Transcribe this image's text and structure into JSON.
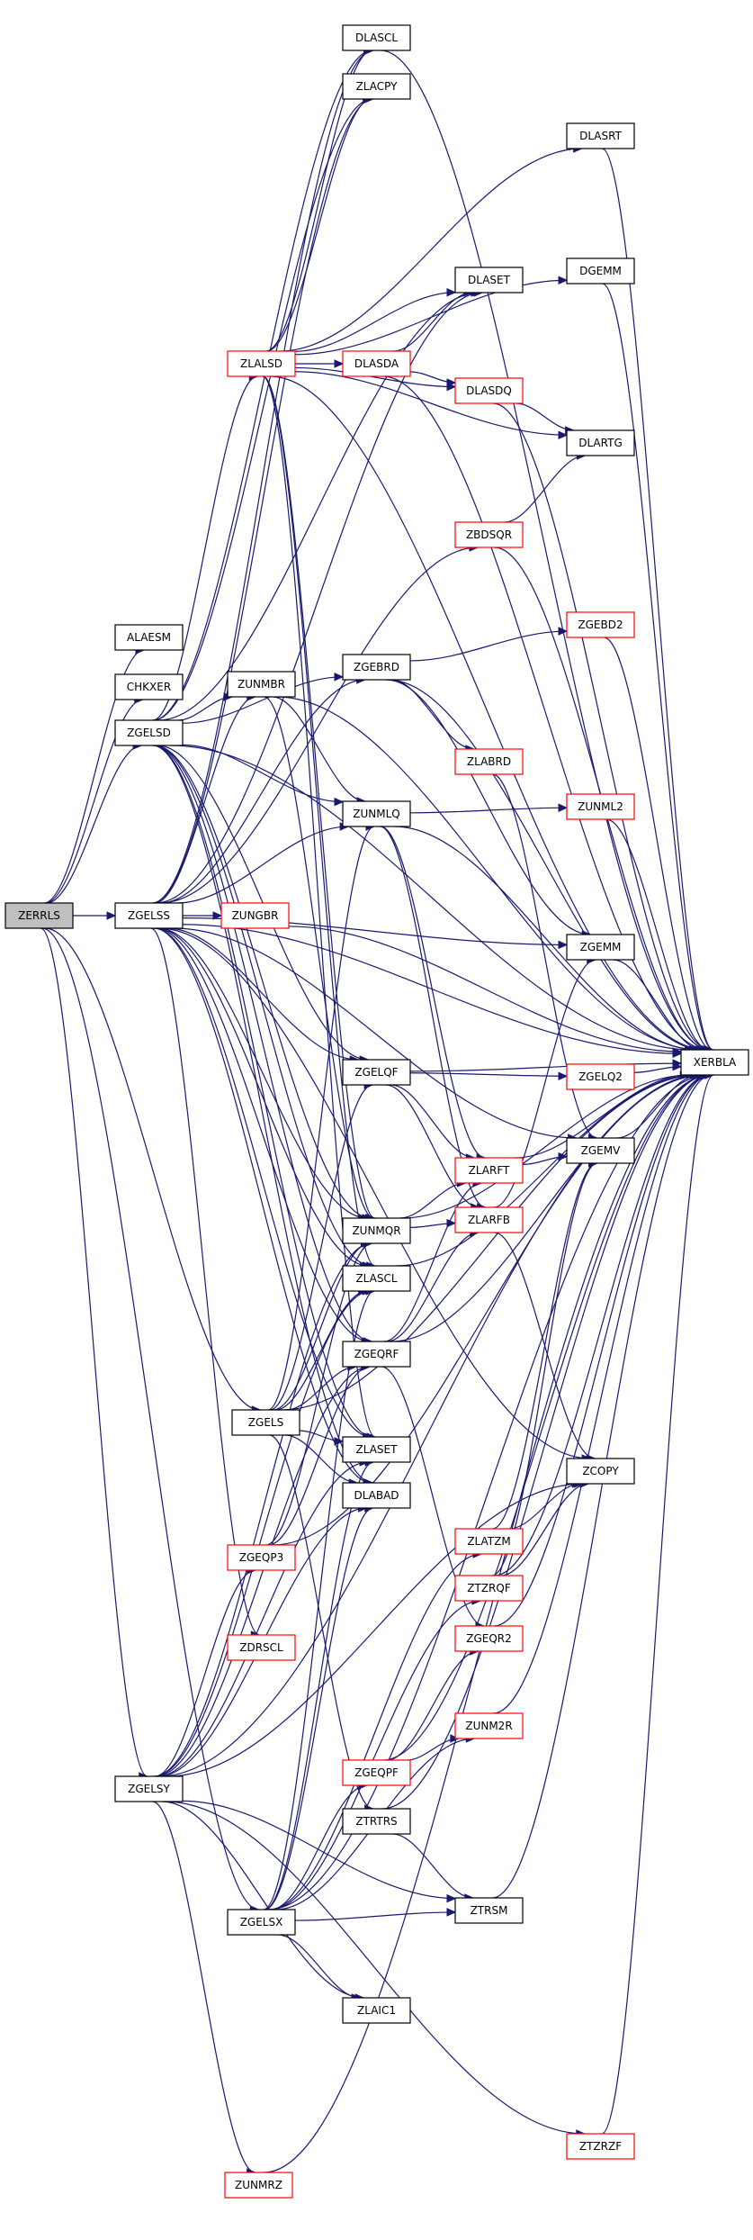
{
  "graph": {
    "nodes": [
      {
        "id": "ZERRLS",
        "label": "ZERRLS",
        "style": "root",
        "interactable": true
      },
      {
        "id": "ALAESM",
        "label": "ALAESM",
        "style": "std",
        "interactable": true
      },
      {
        "id": "CHKXER",
        "label": "CHKXER",
        "style": "std",
        "interactable": true
      },
      {
        "id": "ZGELSD",
        "label": "ZGELSD",
        "style": "std",
        "interactable": true
      },
      {
        "id": "ZGELSS",
        "label": "ZGELSS",
        "style": "std",
        "interactable": true
      },
      {
        "id": "ZGELS",
        "label": "ZGELS",
        "style": "std",
        "interactable": true
      },
      {
        "id": "ZGELSY",
        "label": "ZGELSY",
        "style": "std",
        "interactable": true
      },
      {
        "id": "ZLALSD",
        "label": "ZLALSD",
        "style": "red",
        "interactable": true
      },
      {
        "id": "ZUNMBR",
        "label": "ZUNMBR",
        "style": "std",
        "interactable": true
      },
      {
        "id": "ZUNGBR",
        "label": "ZUNGBR",
        "style": "red",
        "interactable": true
      },
      {
        "id": "ZGEQP3",
        "label": "ZGEQP3",
        "style": "red",
        "interactable": true
      },
      {
        "id": "ZDRSCL",
        "label": "ZDRSCL",
        "style": "red",
        "interactable": true
      },
      {
        "id": "ZGELSX",
        "label": "ZGELSX",
        "style": "std",
        "interactable": true
      },
      {
        "id": "ZUNMRZ",
        "label": "ZUNMRZ",
        "style": "red",
        "interactable": true
      },
      {
        "id": "DLASCL",
        "label": "DLASCL",
        "style": "std",
        "interactable": true
      },
      {
        "id": "ZLACPY",
        "label": "ZLACPY",
        "style": "std",
        "interactable": true
      },
      {
        "id": "DLASDA",
        "label": "DLASDA",
        "style": "red",
        "interactable": true
      },
      {
        "id": "ZGEBRD",
        "label": "ZGEBRD",
        "style": "std",
        "interactable": true
      },
      {
        "id": "ZUNMLQ",
        "label": "ZUNMLQ",
        "style": "std",
        "interactable": true
      },
      {
        "id": "ZGELQF",
        "label": "ZGELQF",
        "style": "std",
        "interactable": true
      },
      {
        "id": "ZUNMQR",
        "label": "ZUNMQR",
        "style": "std",
        "interactable": true
      },
      {
        "id": "ZLASCL",
        "label": "ZLASCL",
        "style": "std",
        "interactable": true
      },
      {
        "id": "ZGEQRF",
        "label": "ZGEQRF",
        "style": "std",
        "interactable": true
      },
      {
        "id": "ZLASET",
        "label": "ZLASET",
        "style": "std",
        "interactable": true
      },
      {
        "id": "DLABAD",
        "label": "DLABAD",
        "style": "std",
        "interactable": true
      },
      {
        "id": "ZGEQPF",
        "label": "ZGEQPF",
        "style": "red",
        "interactable": true
      },
      {
        "id": "ZTRTRS",
        "label": "ZTRTRS",
        "style": "std",
        "interactable": true
      },
      {
        "id": "ZLAIC1",
        "label": "ZLAIC1",
        "style": "std",
        "interactable": true
      },
      {
        "id": "DLASET",
        "label": "DLASET",
        "style": "std",
        "interactable": true
      },
      {
        "id": "DLASDQ",
        "label": "DLASDQ",
        "style": "red",
        "interactable": true
      },
      {
        "id": "ZBDSQR",
        "label": "ZBDSQR",
        "style": "red",
        "interactable": true
      },
      {
        "id": "ZLABRD",
        "label": "ZLABRD",
        "style": "red",
        "interactable": true
      },
      {
        "id": "ZLARFT",
        "label": "ZLARFT",
        "style": "red",
        "interactable": true
      },
      {
        "id": "ZLARFB",
        "label": "ZLARFB",
        "style": "red",
        "interactable": true
      },
      {
        "id": "ZLATZM",
        "label": "ZLATZM",
        "style": "red",
        "interactable": true
      },
      {
        "id": "ZTZRQF",
        "label": "ZTZRQF",
        "style": "red",
        "interactable": true
      },
      {
        "id": "ZGEQR2",
        "label": "ZGEQR2",
        "style": "red",
        "interactable": true
      },
      {
        "id": "ZUNM2R",
        "label": "ZUNM2R",
        "style": "red",
        "interactable": true
      },
      {
        "id": "ZTRSM",
        "label": "ZTRSM",
        "style": "std",
        "interactable": true
      },
      {
        "id": "DLASRT",
        "label": "DLASRT",
        "style": "std",
        "interactable": true
      },
      {
        "id": "DGEMM",
        "label": "DGEMM",
        "style": "std",
        "interactable": true
      },
      {
        "id": "DLARTG",
        "label": "DLARTG",
        "style": "std",
        "interactable": true
      },
      {
        "id": "ZGEBD2",
        "label": "ZGEBD2",
        "style": "red",
        "interactable": true
      },
      {
        "id": "ZUNML2",
        "label": "ZUNML2",
        "style": "red",
        "interactable": true
      },
      {
        "id": "ZGEMM",
        "label": "ZGEMM",
        "style": "std",
        "interactable": true
      },
      {
        "id": "ZGELQ2",
        "label": "ZGELQ2",
        "style": "red",
        "interactable": true
      },
      {
        "id": "ZGEMV",
        "label": "ZGEMV",
        "style": "std",
        "interactable": true
      },
      {
        "id": "ZCOPY",
        "label": "ZCOPY",
        "style": "std",
        "interactable": true
      },
      {
        "id": "ZTZRZF",
        "label": "ZTZRZF",
        "style": "red",
        "interactable": true
      },
      {
        "id": "XERBLA",
        "label": "XERBLA",
        "style": "std",
        "interactable": true
      }
    ],
    "edges": [
      [
        "ZERRLS",
        "ALAESM"
      ],
      [
        "ZERRLS",
        "CHKXER"
      ],
      [
        "ZERRLS",
        "ZGELSD"
      ],
      [
        "ZERRLS",
        "ZGELSS"
      ],
      [
        "ZERRLS",
        "ZGELS"
      ],
      [
        "ZERRLS",
        "ZGELSY"
      ],
      [
        "ZERRLS",
        "ZGELSX"
      ],
      [
        "ZGELSD",
        "ZLALSD"
      ],
      [
        "ZGELSD",
        "ZUNMBR"
      ],
      [
        "ZGELSD",
        "ZGEBRD"
      ],
      [
        "ZGELSD",
        "ZUNMLQ"
      ],
      [
        "ZGELSD",
        "ZGELQF"
      ],
      [
        "ZGELSD",
        "ZUNMQR"
      ],
      [
        "ZGELSD",
        "ZLASCL"
      ],
      [
        "ZGELSD",
        "ZGEQRF"
      ],
      [
        "ZGELSD",
        "ZLASET"
      ],
      [
        "ZGELSD",
        "DLABAD"
      ],
      [
        "ZGELSD",
        "DLASCL"
      ],
      [
        "ZGELSD",
        "ZLACPY"
      ],
      [
        "ZGELSD",
        "DLASET"
      ],
      [
        "ZGELSD",
        "XERBLA"
      ],
      [
        "ZGELSS",
        "ZUNGBR"
      ],
      [
        "ZGELSS",
        "ZBDSQR"
      ],
      [
        "ZGELSS",
        "ZUNMBR"
      ],
      [
        "ZGELSS",
        "ZGEBRD"
      ],
      [
        "ZGELSS",
        "ZUNMLQ"
      ],
      [
        "ZGELSS",
        "ZGELQF"
      ],
      [
        "ZGELSS",
        "ZUNMQR"
      ],
      [
        "ZGELSS",
        "ZLASCL"
      ],
      [
        "ZGELSS",
        "ZGEQRF"
      ],
      [
        "ZGELSS",
        "ZLASET"
      ],
      [
        "ZGELSS",
        "DLABAD"
      ],
      [
        "ZGELSS",
        "DLASCL"
      ],
      [
        "ZGELSS",
        "ZLACPY"
      ],
      [
        "ZGELSS",
        "ZGEMM"
      ],
      [
        "ZGELSS",
        "ZGEMV"
      ],
      [
        "ZGELSS",
        "ZCOPY"
      ],
      [
        "ZGELSS",
        "ZDRSCL"
      ],
      [
        "ZGELSS",
        "DLASET"
      ],
      [
        "ZGELSS",
        "XERBLA"
      ],
      [
        "ZGELS",
        "ZGELQF"
      ],
      [
        "ZGELS",
        "ZUNMLQ"
      ],
      [
        "ZGELS",
        "ZUNMQR"
      ],
      [
        "ZGELS",
        "ZLASCL"
      ],
      [
        "ZGELS",
        "ZGEQRF"
      ],
      [
        "ZGELS",
        "ZLASET"
      ],
      [
        "ZGELS",
        "DLABAD"
      ],
      [
        "ZGELS",
        "ZTRTRS"
      ],
      [
        "ZGELS",
        "XERBLA"
      ],
      [
        "ZGELSY",
        "ZGEQP3"
      ],
      [
        "ZGELSY",
        "ZUNMQR"
      ],
      [
        "ZGELSY",
        "ZLASCL"
      ],
      [
        "ZGELSY",
        "ZGEQRF"
      ],
      [
        "ZGELSY",
        "ZLASET"
      ],
      [
        "ZGELSY",
        "DLABAD"
      ],
      [
        "ZGELSY",
        "ZCOPY"
      ],
      [
        "ZGELSY",
        "ZTRSM"
      ],
      [
        "ZGELSY",
        "ZLAIC1"
      ],
      [
        "ZGELSY",
        "ZTZRZF"
      ],
      [
        "ZGELSY",
        "ZUNMRZ"
      ],
      [
        "ZGELSY",
        "XERBLA"
      ],
      [
        "ZGELSX",
        "ZGEQPF"
      ],
      [
        "ZGELSX",
        "ZUNM2R"
      ],
      [
        "ZGELSX",
        "ZLASCL"
      ],
      [
        "ZGELSX",
        "ZLASET"
      ],
      [
        "ZGELSX",
        "DLABAD"
      ],
      [
        "ZGELSX",
        "ZTRSM"
      ],
      [
        "ZGELSX",
        "ZLAIC1"
      ],
      [
        "ZGELSX",
        "ZTZRQF"
      ],
      [
        "ZGELSX",
        "ZLATZM"
      ],
      [
        "ZGELSX",
        "XERBLA"
      ],
      [
        "ZLALSD",
        "DLASCL"
      ],
      [
        "ZLALSD",
        "ZLACPY"
      ],
      [
        "ZLALSD",
        "DLASRT"
      ],
      [
        "ZLALSD",
        "DGEMM"
      ],
      [
        "ZLALSD",
        "DLASET"
      ],
      [
        "ZLALSD",
        "DLASDA"
      ],
      [
        "ZLALSD",
        "DLASDQ"
      ],
      [
        "ZLALSD",
        "DLARTG"
      ],
      [
        "ZLALSD",
        "ZLASCL"
      ],
      [
        "ZLALSD",
        "ZLASET"
      ],
      [
        "ZLALSD",
        "ZUNMQR"
      ],
      [
        "ZLALSD",
        "XERBLA"
      ],
      [
        "DLASDA",
        "DLASET"
      ],
      [
        "DLASDA",
        "DLASDQ"
      ],
      [
        "DLASDA",
        "XERBLA"
      ],
      [
        "DLASDQ",
        "DLARTG"
      ],
      [
        "DLASDQ",
        "XERBLA"
      ],
      [
        "ZBDSQR",
        "DLARTG"
      ],
      [
        "ZBDSQR",
        "XERBLA"
      ],
      [
        "ZUNMBR",
        "ZUNMLQ"
      ],
      [
        "ZUNMBR",
        "ZUNMQR"
      ],
      [
        "ZUNMBR",
        "XERBLA"
      ],
      [
        "ZUNGBR",
        "XERBLA"
      ],
      [
        "ZGEBRD",
        "ZGEBD2"
      ],
      [
        "ZGEBRD",
        "ZLABRD"
      ],
      [
        "ZGEBRD",
        "ZGEMM"
      ],
      [
        "ZGEBRD",
        "XERBLA"
      ],
      [
        "ZGEBD2",
        "XERBLA"
      ],
      [
        "ZLABRD",
        "ZGEMV"
      ],
      [
        "ZUNMLQ",
        "ZUNML2"
      ],
      [
        "ZUNMLQ",
        "ZLARFT"
      ],
      [
        "ZUNMLQ",
        "ZLARFB"
      ],
      [
        "ZUNMLQ",
        "XERBLA"
      ],
      [
        "ZUNML2",
        "XERBLA"
      ],
      [
        "ZGELQF",
        "ZGELQ2"
      ],
      [
        "ZGELQF",
        "ZLARFT"
      ],
      [
        "ZGELQF",
        "ZLARFB"
      ],
      [
        "ZGELQF",
        "XERBLA"
      ],
      [
        "ZGELQ2",
        "XERBLA"
      ],
      [
        "ZUNMQR",
        "ZLARFT"
      ],
      [
        "ZUNMQR",
        "ZLARFB"
      ],
      [
        "ZUNMQR",
        "XERBLA"
      ],
      [
        "ZGEQRF",
        "ZLARFT"
      ],
      [
        "ZGEQRF",
        "ZLARFB"
      ],
      [
        "ZGEQRF",
        "ZGEQR2"
      ],
      [
        "ZGEQRF",
        "XERBLA"
      ],
      [
        "ZLARFT",
        "ZGEMV"
      ],
      [
        "ZLARFT",
        "XERBLA"
      ],
      [
        "ZLARFB",
        "ZGEMM"
      ],
      [
        "ZLARFB",
        "ZCOPY"
      ],
      [
        "ZLASCL",
        "XERBLA"
      ],
      [
        "ZGEMM",
        "XERBLA"
      ],
      [
        "ZGEMV",
        "XERBLA"
      ],
      [
        "ZGEQP3",
        "ZGEQRF"
      ],
      [
        "ZGEQP3",
        "ZUNMQR"
      ],
      [
        "ZGEQP3",
        "XERBLA"
      ],
      [
        "ZGEQPF",
        "ZGEQR2"
      ],
      [
        "ZGEQPF",
        "ZUNM2R"
      ],
      [
        "ZGEQPF",
        "XERBLA"
      ],
      [
        "ZGEQR2",
        "XERBLA"
      ],
      [
        "ZUNM2R",
        "XERBLA"
      ],
      [
        "ZLATZM",
        "ZGEMV"
      ],
      [
        "ZLATZM",
        "ZCOPY"
      ],
      [
        "ZTZRQF",
        "ZGEMV"
      ],
      [
        "ZTZRQF",
        "ZCOPY"
      ],
      [
        "ZTZRQF",
        "XERBLA"
      ],
      [
        "ZTRTRS",
        "ZTRSM"
      ],
      [
        "ZTRTRS",
        "XERBLA"
      ],
      [
        "ZTRSM",
        "XERBLA"
      ],
      [
        "ZTZRZF",
        "XERBLA"
      ],
      [
        "ZUNMRZ",
        "XERBLA"
      ],
      [
        "DLASCL",
        "XERBLA"
      ],
      [
        "DLASRT",
        "XERBLA"
      ],
      [
        "DGEMM",
        "XERBLA"
      ]
    ]
  }
}
